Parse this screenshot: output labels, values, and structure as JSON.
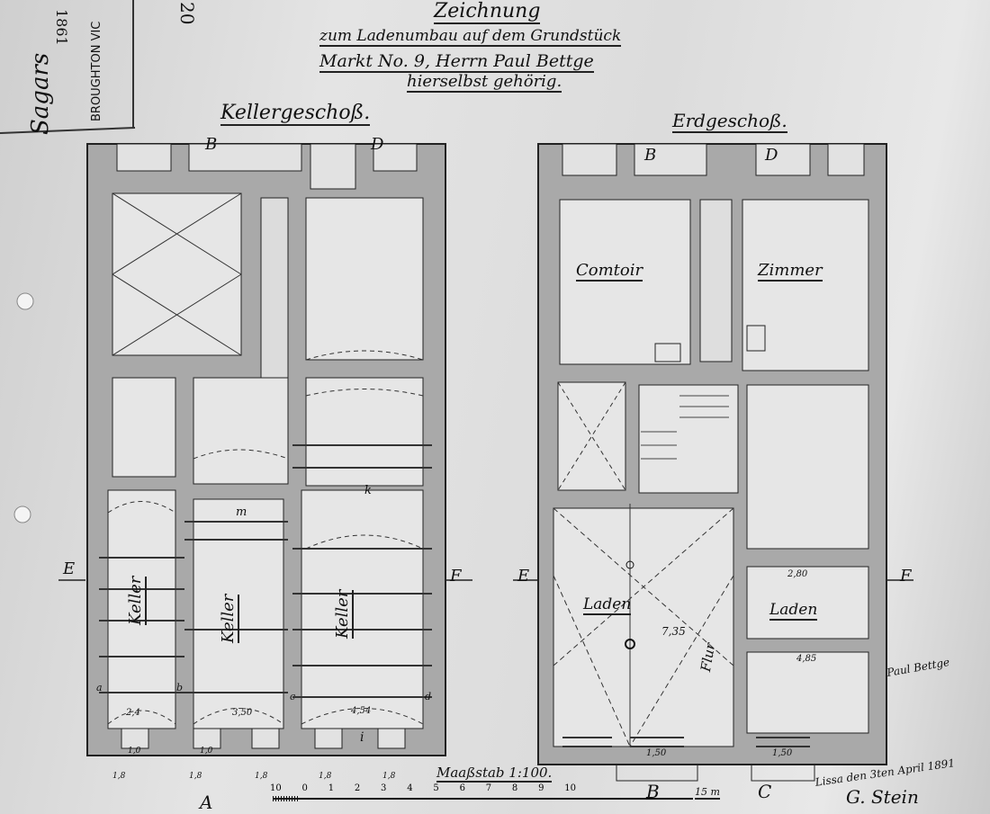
{
  "title": {
    "heading": "Zeichnung",
    "line1": "zum Ladenumbau auf dem Grundstück",
    "line2": "Markt No. 9, Herrn Paul Bettge",
    "line3": "hierselbst gehörig."
  },
  "stamp": {
    "name": "Sagars",
    "year": "1861",
    "text": "BROUGHTON VIC",
    "number": "20"
  },
  "plans": {
    "basement": {
      "title": "Kellergeschoß.",
      "rooms": [
        "Keller",
        "Keller",
        "Keller"
      ],
      "section_marks": [
        "E",
        "F",
        "B",
        "D"
      ],
      "point_marks": [
        "a",
        "b",
        "c",
        "d",
        "i",
        "k",
        "m"
      ],
      "dimensions": [
        "2,4",
        "3,50",
        "4,54",
        "1,0",
        "1,0",
        "1,8",
        "1,8",
        "1,8",
        "1,8",
        "1,8"
      ]
    },
    "ground": {
      "title": "Erdgeschoß.",
      "rooms": [
        "Comtoir",
        "Zimmer",
        "Laden",
        "Flur",
        "Laden"
      ],
      "section_marks": [
        "E",
        "F",
        "B",
        "D"
      ],
      "dimensions": [
        "7,35",
        "2,80",
        "4,85",
        "1,50",
        "1,50"
      ]
    }
  },
  "scale": {
    "label": "Maaßstab 1:100.",
    "ticks": [
      "10",
      "0",
      "1",
      "2",
      "3",
      "4",
      "5",
      "6",
      "7",
      "8",
      "9",
      "10"
    ],
    "end_label": "15 m"
  },
  "footer": {
    "date": "Lissa den 3ten April 1891",
    "signature": "G. Stein",
    "owner_signature": "Paul Bettge",
    "bottom_marks": [
      "A",
      "B",
      "C"
    ]
  }
}
